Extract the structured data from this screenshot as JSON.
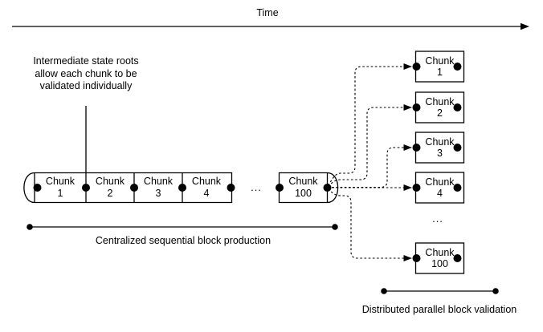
{
  "colors": {
    "stroke": "#000000",
    "background": "#ffffff"
  },
  "time_axis": {
    "label": "Time"
  },
  "annotation": {
    "line1": "Intermediate state roots",
    "line2": "allow each chunk to be",
    "line3": "validated individually"
  },
  "sequential_strip": {
    "chunks": [
      {
        "name": "Chunk",
        "number": "1"
      },
      {
        "name": "Chunk",
        "number": "2"
      },
      {
        "name": "Chunk",
        "number": "3"
      },
      {
        "name": "Chunk",
        "number": "4"
      }
    ],
    "ellipsis": "...",
    "last_chunk": {
      "name": "Chunk",
      "number": "100"
    },
    "caption": "Centralized sequential block production"
  },
  "validation_column": {
    "chunks": [
      {
        "name": "Chunk",
        "number": "1"
      },
      {
        "name": "Chunk",
        "number": "2"
      },
      {
        "name": "Chunk",
        "number": "3"
      },
      {
        "name": "Chunk",
        "number": "4"
      }
    ],
    "ellipsis": "...",
    "last_chunk": {
      "name": "Chunk",
      "number": "100"
    },
    "caption": "Distributed parallel block validation"
  }
}
